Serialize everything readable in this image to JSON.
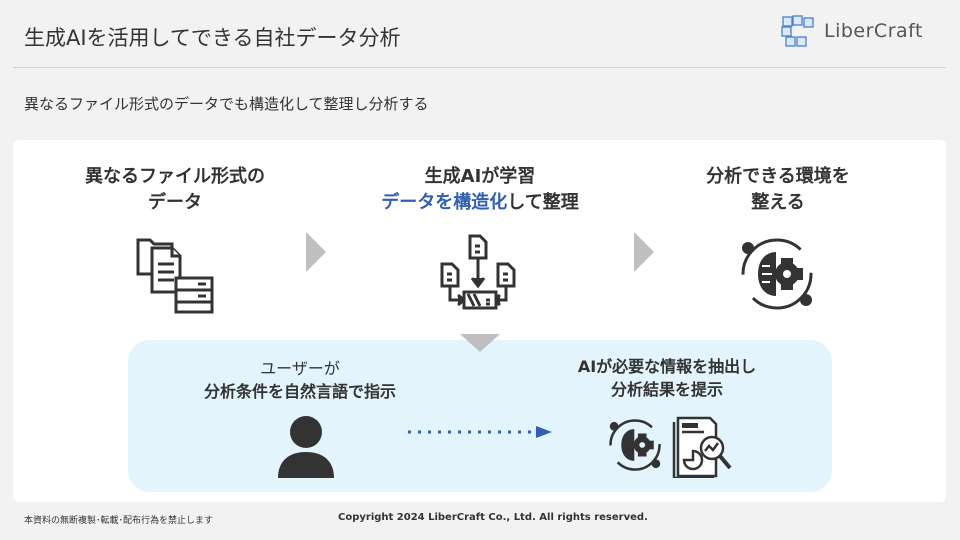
{
  "header": {
    "title": "生成AIを活用してできる自社データ分析",
    "logo_text": "LiberCraft"
  },
  "subtitle": "異なるファイル形式のデータでも構造化して整理し分析する",
  "steps": [
    {
      "line1": "異なるファイル形式の",
      "line2": "データ"
    },
    {
      "line1": "生成AIが学習",
      "line2_blue": "データを構造化",
      "line2_rest": "して整理"
    },
    {
      "line1": "分析できる環境を",
      "line2": "整える"
    }
  ],
  "panel": {
    "left": {
      "line1": "ユーザーが",
      "line2": "分析条件を自然言語で指示"
    },
    "right": {
      "line1": "AIが必要な情報を抽出し",
      "line2": "分析結果を提示"
    }
  },
  "footer": {
    "notice": "本資料の無断複製･転載･配布行為を禁止します",
    "copyright": "Copyright 2024 LiberCraft Co., Ltd. All rights reserved."
  },
  "colors": {
    "accent": "#2f5fb3",
    "panel": "#e3f4fc",
    "icon": "#333333",
    "chevron": "#bfbfbf"
  }
}
